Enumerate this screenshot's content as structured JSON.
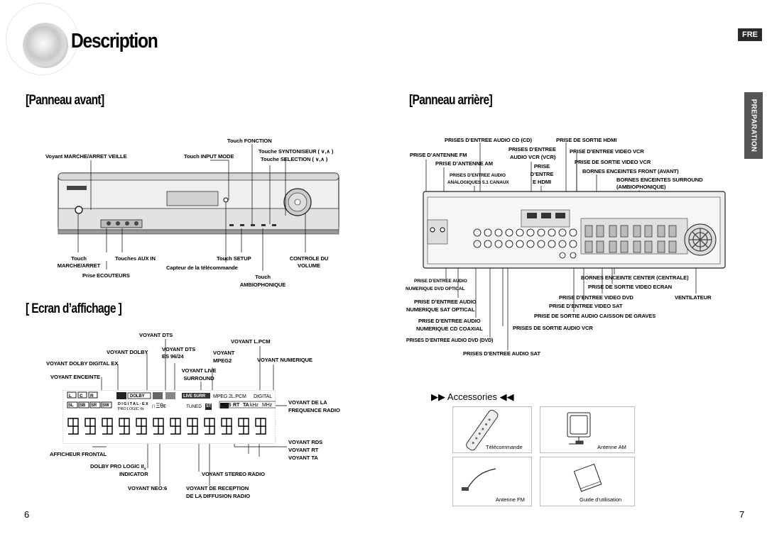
{
  "header": {
    "title": "Description",
    "lang_badge": "FRE",
    "side_tab": "PREPARATION"
  },
  "front": {
    "heading": "[Panneau avant]",
    "labels": {
      "fonction": "Touch FONCTION",
      "syntoniseur": "Touche SYNTONISEUR ( ∨,∧ )",
      "selection": "Touche SELECTION ( ∨,∧ )",
      "voyant_marche": "Voyant MARCHE/ARRET VEILLE",
      "input_mode": "Touch INPUT MODE",
      "touch_marche_1": "Touch",
      "touch_marche_2": "MARCHE/ARRET",
      "aux_in": "Touches AUX IN",
      "setup": "Touch SETUP",
      "capteur": "Capteur de la télécommande",
      "controle_1": "CONTROLE DU",
      "controle_2": "VOLUME",
      "ecouteurs": "Prise ECOUTEURS",
      "ambio_1": "Touch",
      "ambio_2": "AMBIOPHONIQUE"
    }
  },
  "display": {
    "heading": "[ Ecran d’affichage ]",
    "labels": {
      "dts": "VOYANT DTS",
      "lpcm": "VOYANT L.PCM",
      "dolby": "VOYANT DOLBY",
      "dts96_1": "VOYANT DTS",
      "dts96_2": "ES 96/24",
      "mpeg_1": "VOYANT",
      "mpeg_2": "MPEG2",
      "numerique": "VOYANT NUMERIQUE",
      "dolby_ex": "VOYANT DOLBY DIGITAL EX",
      "live_1": "VOYANT LIVE",
      "live_2": "SURROUND",
      "enceinte": "VOYANT ENCEINTE",
      "freq_1": "VOYANT DE LA",
      "freq_2": "FREQUENCE RADIO",
      "rds": "VOYANT RDS",
      "rt": "VOYANT RT",
      "ta": "VOYANT TA",
      "afficheur": "AFFICHEUR FRONTAL",
      "prologic_1": "DOLBY PRO LOGIC II",
      "prologic_sub": "x",
      "prologic_2": "INDICATOR",
      "stereo": "VOYANT STEREO RADIO",
      "neo": "VOYANT NEO:6",
      "reception_1": "VOYANT DE RECEPTION",
      "reception_2": "DE LA DIFFUSION RADIO"
    },
    "screen": {
      "dolby": "DOLBY",
      "live": "LIVE SURR",
      "mpeg": "MPEG",
      "pl": "2L.PCM",
      "digital": "DIGITAL",
      "tuned": "TUNED",
      "st": "ST",
      "rds": "RDS",
      "rt": "RT",
      "ta": "TA",
      "khz": "kHz",
      "mhz": "MHz",
      "dig_ex": "D I G I T A L · E X",
      "pro_logic": "PRO LOGIC IIx",
      "neo": "∩Ξθε",
      "spk_top": [
        "L",
        "C",
        "R"
      ],
      "spk_bot": [
        "SL",
        "SB",
        "SR",
        "SW"
      ]
    }
  },
  "rear": {
    "heading": "[Panneau arrière]",
    "labels": {
      "cd": "PRISES D’ENTREE AUDIO CD (CD)",
      "hdmi_out": "PRISE DE SORTIE HDMI",
      "vcr_1": "PRISES D’ENTREE",
      "vcr_2": "AUDIO VCR (VCR)",
      "antenne_fm": "PRISE D’ANTENNE FM",
      "video_vcr": "PRISE D’ENTREE VIDEO VCR",
      "antenne_am": "PRISE D’ANTENNE AM",
      "hdmi_in_1": "PRISE",
      "hdmi_in_2": "D’ENTRE",
      "hdmi_in_3": "E HDMI",
      "sortie_vcr": "PRISE DE SORTIE VIDEO VCR",
      "analog_1": "PRISES D’ENTREE AUDIO",
      "analog_2": "ANALOGIQUES 5.1 CANAUX",
      "front_av": "BORNES ENCEINTES FRONT (AVANT)",
      "surround_1": "BORNES ENCEINTES SURROUND",
      "surround_2": "(AMBIOPHONIQUE)",
      "dvd_opt_1": "PRISE D’ENTREE AUDIO",
      "dvd_opt_2": "NUMERIQUE DVD OPTICAL",
      "center": "BORNES ENCEINTE CENTER (CENTRALE)",
      "ecran": "PRISE DE SORTIE VIDEO ECRAN",
      "sat_opt_1": "PRISE D’ENTREE AUDIO",
      "sat_opt_2": "NUMERIQUE SAT OPTICAL",
      "video_dvd": "PRISE D’ENTREE VIDEO DVD",
      "ventilateur": "VENTILATEUR",
      "video_sat": "PRISE D’ENTREE VIDEO SAT",
      "caisson": "PRISE DE SORTIE AUDIO CAISSON DE GRAVES",
      "cd_coax_1": "PRISE D’ENTREE AUDIO",
      "cd_coax_2": "NUMERIQUE CD COAXIAL",
      "sortie_audio_vcr": "PRISES DE SORTIE AUDIO VCR",
      "dvd_audio": "PRISES D’ENTREE AUDIO DVD (DVD)",
      "sat_audio": "PRISES D’ENTREE AUDIO SAT"
    }
  },
  "accessories": {
    "title": "Accessories",
    "items": [
      "Télécommande",
      "Antenne AM",
      "Antenne FM",
      "Guide d’utilisation"
    ]
  },
  "pages": {
    "left": "6",
    "right": "7"
  }
}
